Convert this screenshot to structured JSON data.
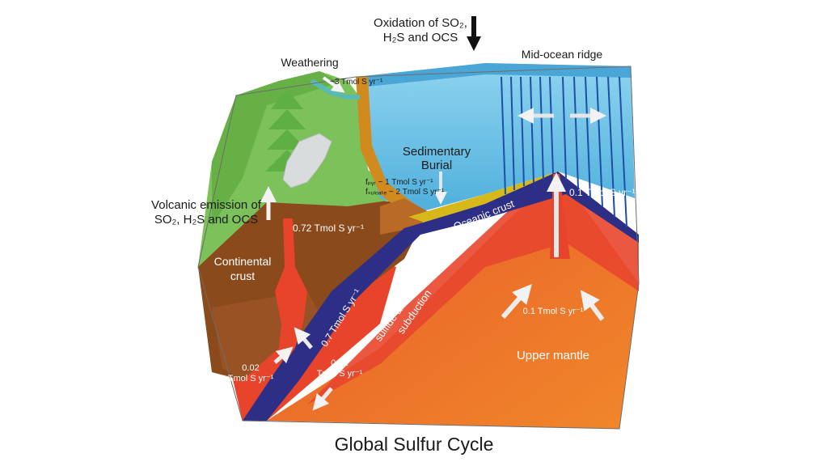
{
  "caption": "Global Sulfur Cycle",
  "labels": {
    "oxidation": [
      "Oxidation of SO₂,",
      "H₂S and OCS"
    ],
    "mid_ocean_ridge": "Mid-ocean ridge",
    "weathering": "Weathering",
    "weathering_flux": "~3 Tmol S yr⁻¹",
    "sedimentary_burial": [
      "Sedimentary",
      "Burial"
    ],
    "burial_pyr": "fₚᵧᵣ ~ 1 Tmol S yr⁻¹",
    "burial_sulfate": "fₛᵤₗₒₐₜₑ ~ 2 Tmol S yr⁻¹",
    "volcanic": [
      "Volcanic emission of",
      "SO₂, H₂S and OCS"
    ],
    "volcanic_flux": "0.72 Tmol S yr⁻¹",
    "ridge_flux": "0.1 Tmol S yr⁻¹",
    "oceanic_crust": "Oceanic crust",
    "continental_crust": [
      "Continental",
      "crust"
    ],
    "subduction": [
      "sulfide and sulfate",
      "subduction"
    ],
    "subduction_flux": "0.7 Tmol S yr⁻¹",
    "mantle_flux": "0.1 Tmol S yr⁻¹",
    "upper_mantle": "Upper mantle",
    "arc_flux_left": [
      "0.02",
      "Tmol S yr⁻¹"
    ],
    "arc_flux_right": [
      "0.12",
      "Tmol S yr⁻¹"
    ]
  },
  "colors": {
    "land": "#7cc15a",
    "ocean": "#6cc3e3",
    "continental_crust": "#8a4a1c",
    "oceanic_crust": "#2d2f86",
    "mantle": "#ee7a2a",
    "magma": "#e8442c",
    "sediment": "#c98a1a",
    "ridge_lines": "#1d4fa8"
  }
}
